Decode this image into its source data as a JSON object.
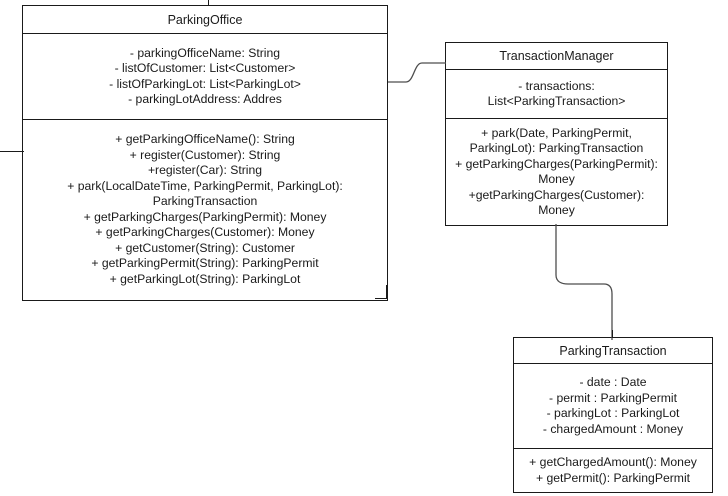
{
  "diagram": {
    "kind": "uml-class-diagram",
    "title": "",
    "background_color": "#ffffff",
    "line_color": "#1a1a1a",
    "connector_color": "#4d4d4d"
  },
  "classes": [
    {
      "id": "parking-office",
      "name": "ParkingOffice",
      "attributes": [
        "- parkingOfficeName: String",
        "- listOfCustomer: List<Customer>",
        "- listOfParkingLot: List<ParkingLot>",
        "- parkingLotAddress: Addres"
      ],
      "methods": [
        "+ getParkingOfficeName(): String",
        "+ register(Customer): String",
        "+register(Car): String",
        "+ park(LocalDateTime, ParkingPermit, ParkingLot):\nParkingTransaction",
        "+ getParkingCharges(ParkingPermit): Money",
        "+ getParkingCharges(Customer): Money",
        "+ getCustomer(String): Customer",
        "+ getParkingPermit(String): ParkingPermit",
        "+ getParkingLot(String): ParkingLot"
      ]
    },
    {
      "id": "transaction-manager",
      "name": "TransactionManager",
      "attributes": [
        "- transactions:\nList<ParkingTransaction>"
      ],
      "methods": [
        "+ park(Date, ParkingPermit,\nParkingLot): ParkingTransaction",
        "+ getParkingCharges(ParkingPermit):\nMoney",
        "+getParkingCharges(Customer):\nMoney"
      ]
    },
    {
      "id": "parking-transaction",
      "name": "ParkingTransaction",
      "attributes": [
        "- date : Date",
        "- permit : ParkingPermit",
        "- parkingLot : ParkingLot",
        "- chargedAmount : Money"
      ],
      "methods": [
        "+ getChargedAmount(): Money",
        "+ getPermit(): ParkingPermit"
      ]
    }
  ],
  "connectors": [
    {
      "id": "office-to-manager",
      "from": "parking-office",
      "to": "transaction-manager",
      "style": "orthogonal-s-curve"
    },
    {
      "id": "manager-to-transaction",
      "from": "transaction-manager",
      "to": "parking-transaction",
      "style": "orthogonal-elbow"
    }
  ]
}
